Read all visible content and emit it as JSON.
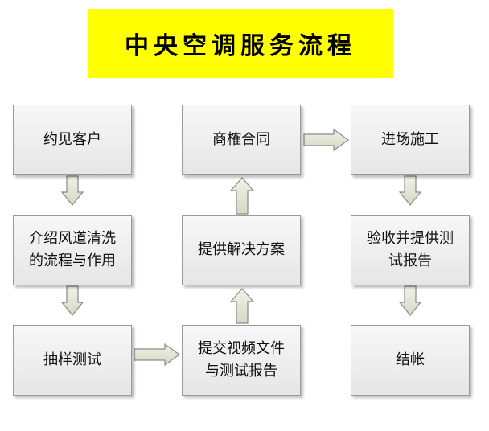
{
  "title": "中央空调服务流程",
  "colors": {
    "banner": "#ffff00",
    "box_fill": "#ececec",
    "box_border": "#9a9a9a",
    "arrow_fill": "#e4e8d6",
    "arrow_stroke": "#8a8a8a"
  },
  "steps": {
    "meet_client": "约见客户",
    "introduce_duct_cleaning": "介绍风道清洗\n的流程与作用",
    "sampling_test": "抽样测试",
    "submit_video_report": "提交视频文件\n与测试报告",
    "provide_solution": "提供解决方案",
    "negotiate_contract": "商榷合同",
    "on_site_construction": "进场施工",
    "acceptance_report": "验收并提供测\n试报告",
    "settlement": "结帐"
  }
}
